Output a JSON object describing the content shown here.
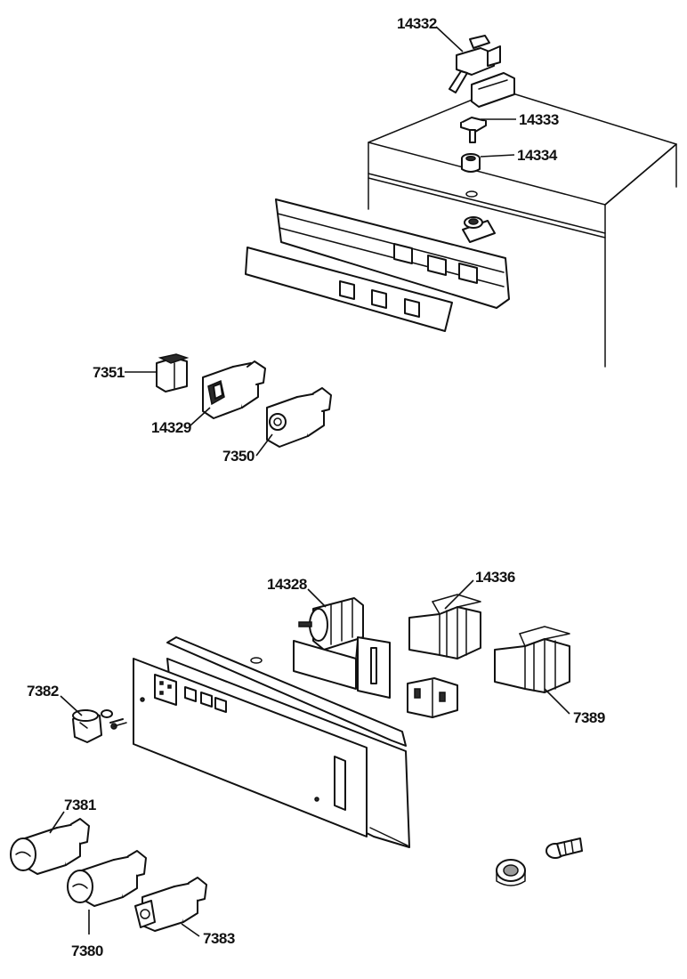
{
  "diagram": {
    "type": "exploded-parts-diagram",
    "callouts": [
      {
        "id": "c14332",
        "text": "14332"
      },
      {
        "id": "c14333",
        "text": "14333"
      },
      {
        "id": "c14334",
        "text": "14334"
      },
      {
        "id": "c7351",
        "text": "7351"
      },
      {
        "id": "c14329",
        "text": "14329"
      },
      {
        "id": "c7350",
        "text": "7350"
      },
      {
        "id": "c14328",
        "text": "14328"
      },
      {
        "id": "c14336",
        "text": "14336"
      },
      {
        "id": "c7382",
        "text": "7382"
      },
      {
        "id": "c7389",
        "text": "7389"
      },
      {
        "id": "c7381",
        "text": "7381"
      },
      {
        "id": "c7380",
        "text": "7380"
      },
      {
        "id": "c7383",
        "text": "7383"
      }
    ]
  }
}
